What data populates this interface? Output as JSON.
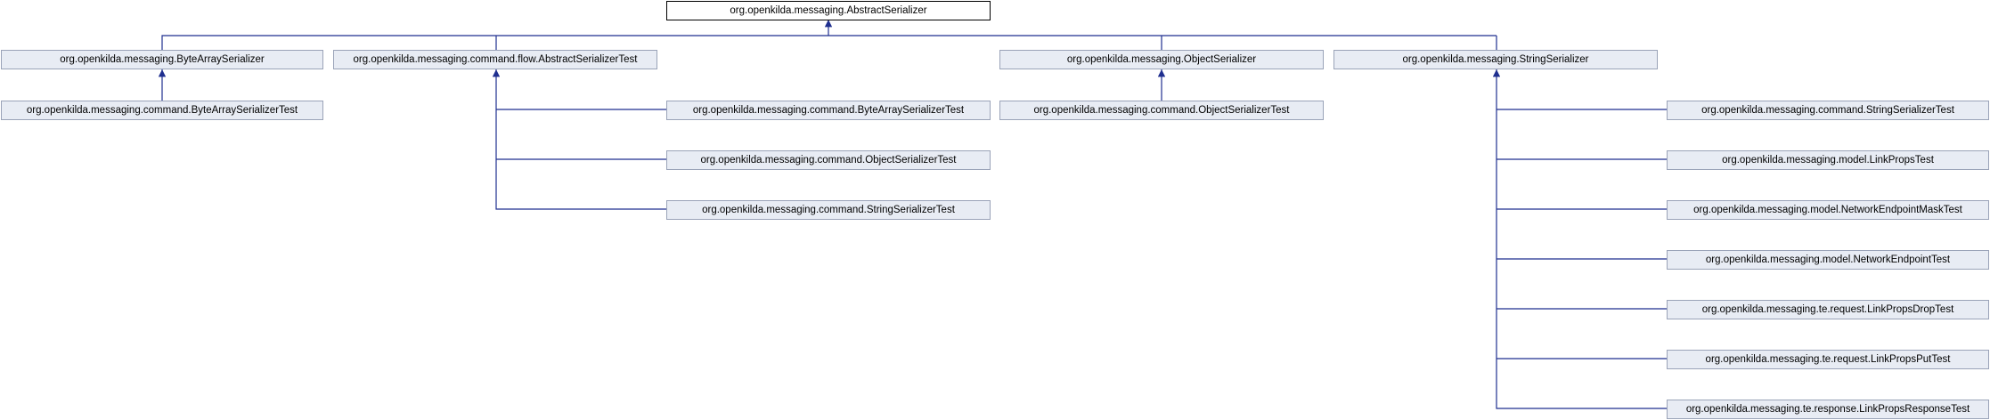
{
  "diagram": {
    "type": "class-hierarchy",
    "edge_color": "#1f2f8f",
    "node_fill": "#e8ecf4",
    "root": "org.openkilda.messaging.AbstractSerializer",
    "level1": [
      "org.openkilda.messaging.ByteArraySerializer",
      "org.openkilda.messaging.command.flow.AbstractSerializerTest",
      "org.openkilda.messaging.ObjectSerializer",
      "org.openkilda.messaging.StringSerializer"
    ],
    "bytearray_children": [
      "org.openkilda.messaging.command.ByteArraySerializerTest"
    ],
    "abstracttest_children": [
      "org.openkilda.messaging.command.ByteArraySerializerTest",
      "org.openkilda.messaging.command.ObjectSerializerTest",
      "org.openkilda.messaging.command.StringSerializerTest"
    ],
    "object_children": [
      "org.openkilda.messaging.command.ObjectSerializerTest"
    ],
    "string_children": [
      "org.openkilda.messaging.command.StringSerializerTest",
      "org.openkilda.messaging.model.LinkPropsTest",
      "org.openkilda.messaging.model.NetworkEndpointMaskTest",
      "org.openkilda.messaging.model.NetworkEndpointTest",
      "org.openkilda.messaging.te.request.LinkPropsDropTest",
      "org.openkilda.messaging.te.request.LinkPropsPutTest",
      "org.openkilda.messaging.te.response.LinkPropsResponseTest"
    ]
  }
}
